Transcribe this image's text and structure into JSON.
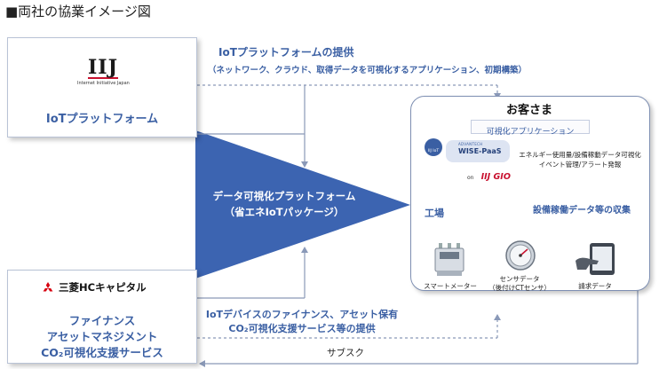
{
  "page": {
    "title": "■両社の協業イメージ図"
  },
  "iij": {
    "logo_text": "IIJ",
    "logo_subtext": "Internet Initiative Japan",
    "label": "IoTプラットフォーム"
  },
  "mitsubishi": {
    "logo_text": "三菱HCキャピタル",
    "services": [
      "ファイナンス",
      "アセットマネジメント",
      "CO₂可視化支援サービス"
    ]
  },
  "flows": {
    "top_title": "IoTプラットフォームの提供",
    "top_detail": "（ネットワーク、クラウド、取得データを可視化するアプリケーション、初期構築）",
    "bottom_line1": "IoTデバイスのファイナンス、アセット保有",
    "bottom_line2": "CO₂可視化支援サービス等の提供",
    "subscription": "サブスク",
    "collect": "設備稼働データ等の収集"
  },
  "platform": {
    "line1": "データ可視化プラットフォーム",
    "line2": "（省エネIoTパッケージ）"
  },
  "customer": {
    "title": "お客さま",
    "app_label": "可視化アプリケーション",
    "badge": "IIJ IoT",
    "wise_small": "ADVANTECH",
    "wise_label": "WISE-PaaS",
    "on_label": "on",
    "on_brand": "IIJ GIO",
    "app_desc_line1": "エネルギー使用量/設備稼動データ可視化",
    "app_desc_line2": "イベント管理/アラート発報",
    "factory": "工場",
    "devices": [
      {
        "icon": "smart-meter-icon",
        "label": "スマートメーター"
      },
      {
        "icon": "sensor-icon",
        "label": "センサデータ",
        "sublabel": "（後付けCTセンサ）"
      },
      {
        "icon": "tablet-icon",
        "label": "請求データ"
      }
    ]
  },
  "colors": {
    "accent": "#3a5fa3",
    "triangle": "#3c64b1",
    "arrow": "#8a99b8",
    "box_border": "#b9c3d6",
    "iij_red": "#c8102e",
    "mitsubishi_red": "#d7000f"
  }
}
